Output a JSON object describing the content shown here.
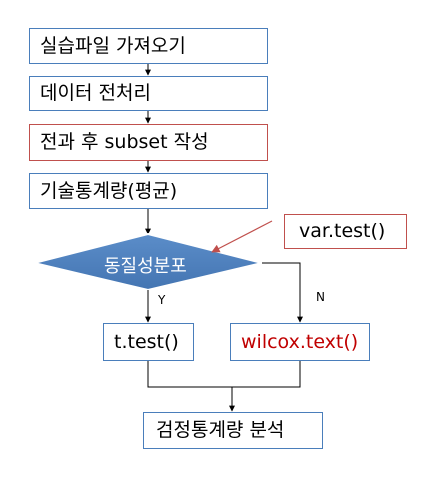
{
  "flowchart": {
    "step1": "실습파일 가져오기",
    "step2": "데이터 전처리",
    "step3": "전과 후 subset 작성",
    "step4": "기술통계량(평균)",
    "decision": "동질성분포",
    "annotation": "var.test()",
    "branch_yes_label": "Y",
    "branch_no_label": "N",
    "yes_result": "t.test()",
    "no_result": "wilcox.text()",
    "final": "검정통계량 분석"
  },
  "colors": {
    "box_border": "#4a7ebb",
    "highlight_border": "#c0504d",
    "diamond_fill": "#4f81bd",
    "highlight_text": "#c00000",
    "connector": "#000000",
    "annotation_arrow": "#c0504d"
  }
}
